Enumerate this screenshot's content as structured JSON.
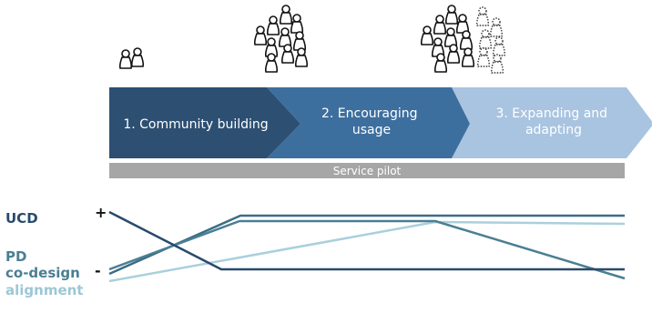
{
  "stages": [
    {
      "label_lines": [
        "1. Community building"
      ],
      "color": "#2d4f72"
    },
    {
      "label_lines": [
        "2. Encouraging",
        "usage"
      ],
      "color": "#3d6f9e"
    },
    {
      "label_lines": [
        "3. Expanding and",
        "adapting"
      ],
      "color": "#a9c4e0"
    }
  ],
  "service_pilot": {
    "label": "Service pilot",
    "color": "#a6a6a6"
  },
  "axis": {
    "plus": "+",
    "minus": "-"
  },
  "legend": [
    {
      "label": "UCD",
      "color": "#284a6d"
    },
    {
      "label": "PD",
      "color": "#4a7f93"
    },
    {
      "label": "co-design",
      "color": "#4a7f93"
    },
    {
      "label": "alignment",
      "color": "#9cc7d6"
    }
  ],
  "people_groups": [
    {
      "solid": 2,
      "dotted": 0
    },
    {
      "solid": 10,
      "dotted": 0
    },
    {
      "solid": 10,
      "dotted": 6
    }
  ],
  "lines": [
    {
      "name": "UCD",
      "color": "#284a6d"
    },
    {
      "name": "PD",
      "color": "#4a7f93"
    },
    {
      "name": "co-design",
      "color": "#3a6d86"
    },
    {
      "name": "alignment",
      "color": "#a9d0dc"
    }
  ]
}
